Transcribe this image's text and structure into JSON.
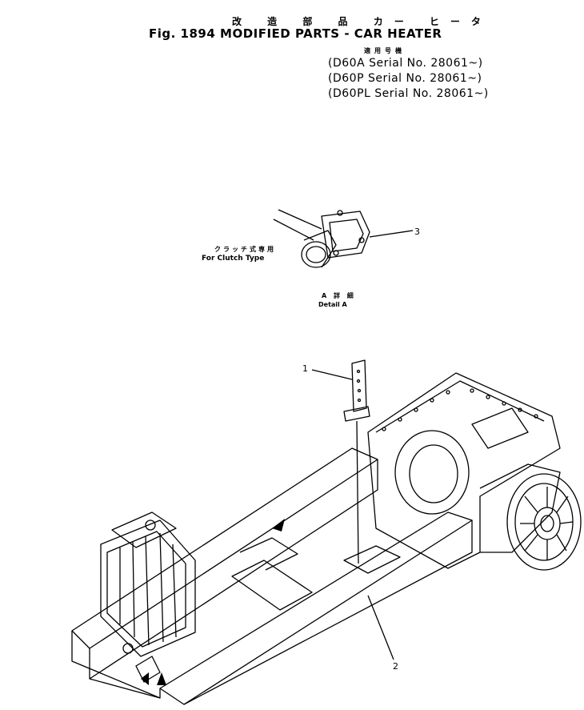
{
  "header": {
    "title_jp": "改 造 部 品 カー ヒータ",
    "title": "Fig. 1894  MODIFIED PARTS - CAR HEATER",
    "applicable_jp": "適用号機",
    "serials": [
      "D60A  Serial No. 28061~",
      "D60P  Serial No. 28061~",
      "D60PL Serial No. 28061~"
    ]
  },
  "detail": {
    "clutch_jp": "クラッチ式専用",
    "clutch_label": "For Clutch Type",
    "detail_jp": "A 詳 細",
    "detail_label": "Detail A"
  },
  "callouts": [
    "1",
    "2",
    "3"
  ]
}
